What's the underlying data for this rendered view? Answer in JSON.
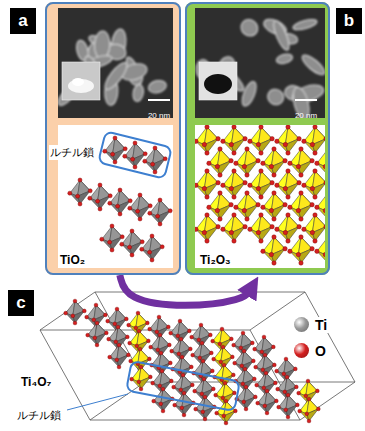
{
  "diagram": {
    "nodes": [
      {
        "text": [
          "a",
          "TiO₂"
        ]
      },
      {
        "text": [
          "b",
          "Ti₂O₃"
        ]
      }
    ],
    "edges": [
      {
        "from": 0,
        "to": 1,
        "arrow": "to"
      }
    ],
    "labels": [
      "20 nm",
      "ルチル鎖",
      "20 nm",
      "c",
      "Ti₄O₇",
      "ルチル鎖"
    ],
    "legend": [
      {
        "text": "Ti",
        "color": "#9a9a9a"
      },
      {
        "text": "O",
        "color": "#d42020"
      }
    ]
  }
}
